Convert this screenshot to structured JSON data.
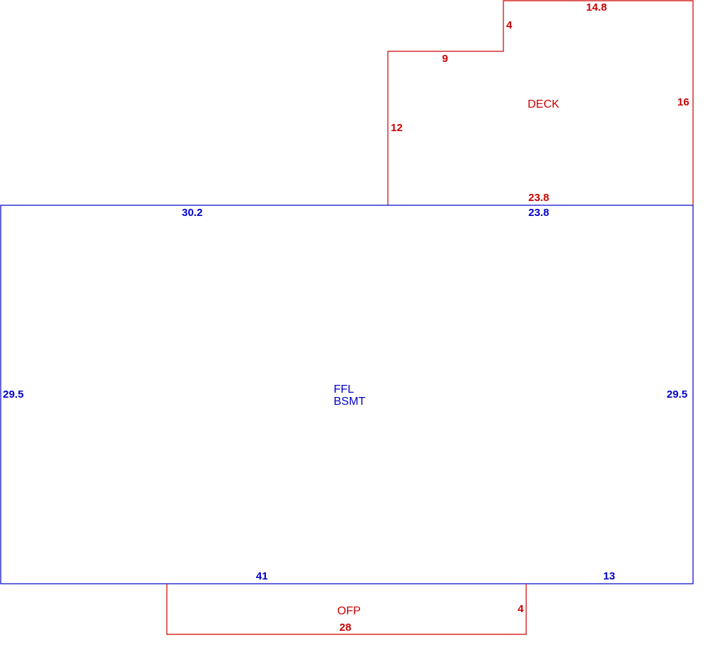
{
  "colors": {
    "main": "#0000cc",
    "addition": "#cc0000",
    "background": "#ffffff"
  },
  "deck": {
    "name": "DECK",
    "dims": {
      "top": "14.8",
      "step_vertical": "4",
      "step_horizontal": "9",
      "left": "12",
      "right": "16",
      "bottom": "23.8"
    }
  },
  "main": {
    "name_line1": "FFL",
    "name_line2": "BSMT",
    "dims": {
      "top_left": "30.2",
      "top_right": "23.8",
      "left": "29.5",
      "right": "29.5",
      "bottom_left": "41",
      "bottom_right": "13"
    }
  },
  "ofp": {
    "name": "OFP",
    "dims": {
      "right": "4",
      "bottom": "28"
    }
  }
}
